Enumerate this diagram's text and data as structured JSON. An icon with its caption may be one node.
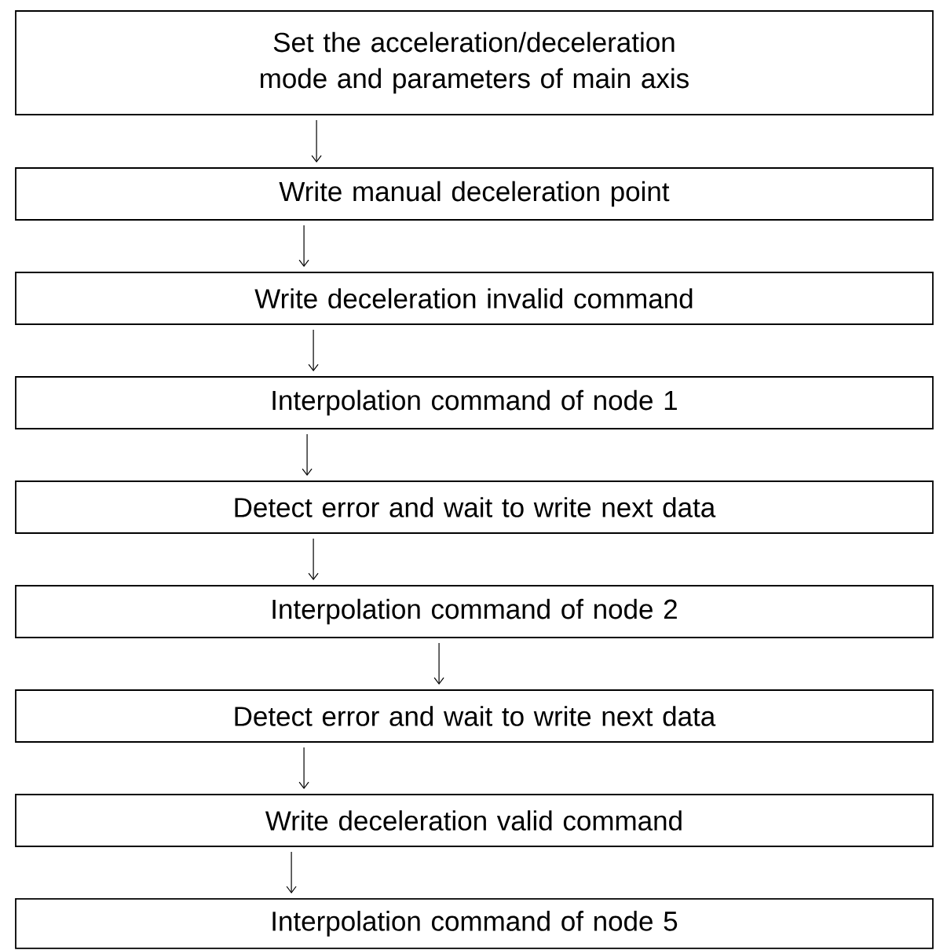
{
  "diagram": {
    "nodes": [
      {
        "text": [
          "Set the acceleration/deceleration mode and parameters of main axis"
        ]
      },
      {
        "text": [
          "Write manual deceleration point"
        ]
      },
      {
        "text": [
          "Write deceleration invalid command"
        ]
      },
      {
        "text": [
          "Interpolation command of node 1"
        ]
      },
      {
        "text": [
          "Detect error and wait to write next data"
        ]
      },
      {
        "text": [
          "Interpolation command of node 2"
        ]
      },
      {
        "text": [
          "Detect error and wait to write next data"
        ]
      },
      {
        "text": [
          "Write deceleration valid command"
        ]
      },
      {
        "text": [
          "Interpolation command of node 5"
        ]
      }
    ],
    "edges": [
      {
        "from": 0,
        "to": 1,
        "arrow": "to"
      },
      {
        "from": 1,
        "to": 2,
        "arrow": "to"
      },
      {
        "from": 2,
        "to": 3,
        "arrow": "to"
      },
      {
        "from": 3,
        "to": 4,
        "arrow": "to"
      },
      {
        "from": 4,
        "to": 5,
        "arrow": "to"
      },
      {
        "from": 5,
        "to": 6,
        "arrow": "to"
      },
      {
        "from": 6,
        "to": 7,
        "arrow": "to"
      },
      {
        "from": 7,
        "to": 8,
        "arrow": "to"
      }
    ]
  }
}
